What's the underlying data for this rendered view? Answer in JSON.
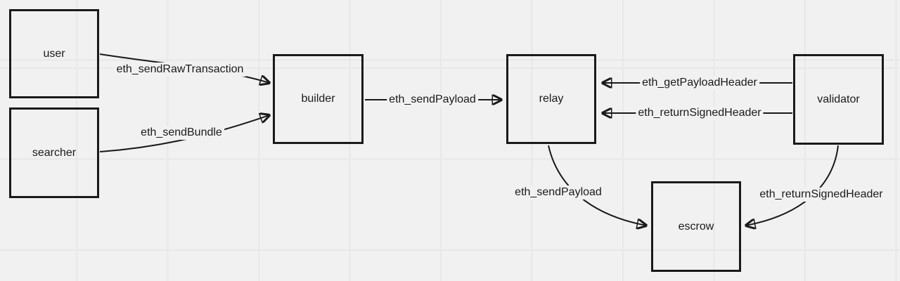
{
  "diagram": {
    "type": "flowchart",
    "nodes": {
      "user": {
        "label": "user"
      },
      "searcher": {
        "label": "searcher"
      },
      "builder": {
        "label": "builder"
      },
      "relay": {
        "label": "relay"
      },
      "validator": {
        "label": "validator"
      },
      "escrow": {
        "label": "escrow"
      }
    },
    "edges": {
      "user_builder": {
        "from": "user",
        "to": "builder",
        "label": "eth_sendRawTransaction"
      },
      "searcher_builder": {
        "from": "searcher",
        "to": "builder",
        "label": "eth_sendBundle"
      },
      "builder_relay": {
        "from": "builder",
        "to": "relay",
        "label": "eth_sendPayload"
      },
      "validator_relay_get": {
        "from": "validator",
        "to": "relay",
        "label": "eth_getPayloadHeader"
      },
      "validator_relay_return": {
        "from": "validator",
        "to": "relay",
        "label": "eth_returnSignedHeader"
      },
      "relay_escrow": {
        "from": "relay",
        "to": "escrow",
        "label": "eth_sendPayload"
      },
      "validator_escrow": {
        "from": "validator",
        "to": "escrow",
        "label": "eth_returnSignedHeader"
      }
    },
    "colors": {
      "background": "#f1f1f1",
      "grid_line": "#e8e8e8",
      "node_border": "#1a1a1a",
      "arrow": "#1a1a1a",
      "text": "#1a1a1a"
    }
  }
}
